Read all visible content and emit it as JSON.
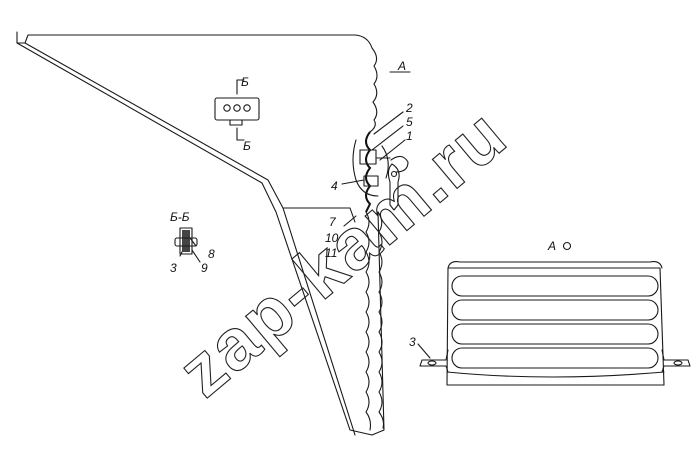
{
  "watermark": "zap-kam.ru",
  "view_labels": {
    "view_a_top": "А",
    "section_b_top": "Б",
    "section_b_bottom": "Б",
    "section_bb_title": "Б-Б",
    "detail_a_title": "А"
  },
  "callouts": {
    "c2": "2",
    "c5": "5",
    "c1": "1",
    "c4": "4",
    "c7": "7",
    "c10": "10",
    "c11": "11",
    "c8": "8",
    "c3": "3",
    "c9": "9",
    "c3_detail": "3"
  }
}
